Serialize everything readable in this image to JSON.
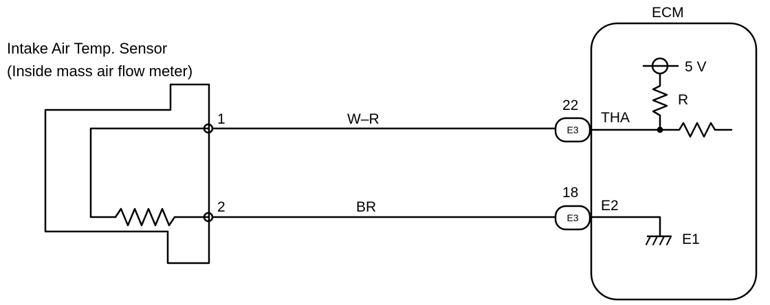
{
  "sensor": {
    "title_line1": "Intake Air Temp. Sensor",
    "title_line2": "(Inside mass air flow meter)",
    "terminal_1": "1",
    "terminal_2": "2"
  },
  "wires": {
    "upper_color": "W–R",
    "lower_color": "BR"
  },
  "connectors": {
    "upper_pin": "22",
    "lower_pin": "18",
    "upper_code": "E3",
    "lower_code": "E3"
  },
  "ecm": {
    "title": "ECM",
    "supply_voltage": "5 V",
    "resistor_label": "R",
    "signal_terminal": "THA",
    "return_terminal": "E2",
    "ground_terminal": "E1"
  }
}
